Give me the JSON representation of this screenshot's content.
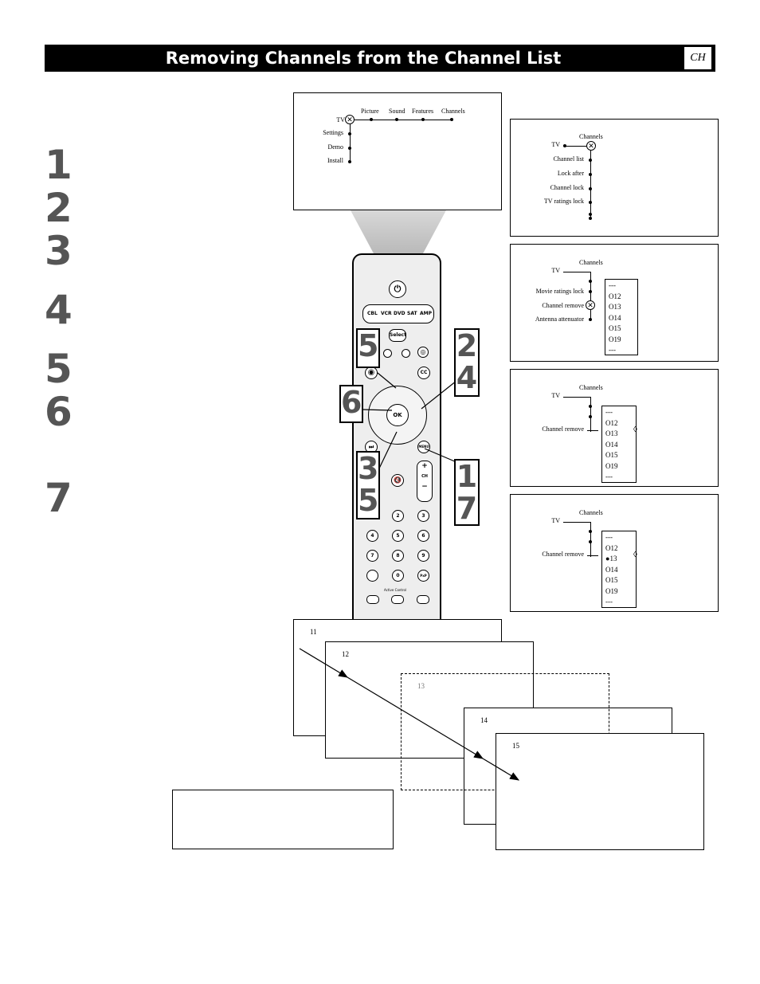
{
  "header": {
    "title": "Removing Channels from the Channel List",
    "badge": "CH"
  },
  "steps": [
    "1",
    "2",
    "3",
    "4",
    "5",
    "6",
    "7"
  ],
  "screen1": {
    "tv_label": "TV",
    "top_items": [
      "Picture",
      "Sound",
      "Features",
      "Channels"
    ],
    "side_items": [
      "Settings",
      "Demo",
      "Install"
    ]
  },
  "screen2": {
    "header": "Channels",
    "tv_label": "TV",
    "items": [
      "Channel list",
      "Lock after",
      "Channel lock",
      "TV ratings lock"
    ]
  },
  "screen3": {
    "header": "Channels",
    "tv_label": "TV",
    "items": [
      "Movie ratings lock",
      "Channel remove",
      "Antenna attenuator"
    ],
    "list": [
      "---",
      "12",
      "13",
      "14",
      "15",
      "19",
      "---"
    ]
  },
  "screen4": {
    "header": "Channels",
    "tv_label": "TV",
    "item": "Channel remove",
    "list": [
      "---",
      "12",
      "13",
      "14",
      "15",
      "19",
      "---"
    ]
  },
  "screen5": {
    "header": "Channels",
    "tv_label": "TV",
    "item": "Channel remove",
    "list": [
      "---",
      "12",
      "13",
      "14",
      "15",
      "19",
      "---"
    ]
  },
  "remote": {
    "sources": [
      "CBL",
      "VCR",
      "DVD",
      "SAT",
      "AMP"
    ],
    "select_label": "Select",
    "ok_label": "OK",
    "cc_label": "CC",
    "menu_label": "MENU",
    "ch_label": "CH",
    "ch_plus": "+",
    "ch_minus": "−",
    "digits": [
      "2",
      "3",
      "4",
      "5",
      "6",
      "7",
      "8",
      "9",
      "0"
    ],
    "pip_label": "PxP",
    "active_control": "Active Control"
  },
  "callouts": {
    "left_top": "5",
    "left_mid": "6",
    "left_bottom_a": "3",
    "left_bottom_b": "5",
    "right_top_a": "2",
    "right_top_b": "4",
    "right_bottom_a": "1",
    "right_bottom_b": "7"
  },
  "frames": [
    "11",
    "12",
    "13",
    "14",
    "15"
  ]
}
